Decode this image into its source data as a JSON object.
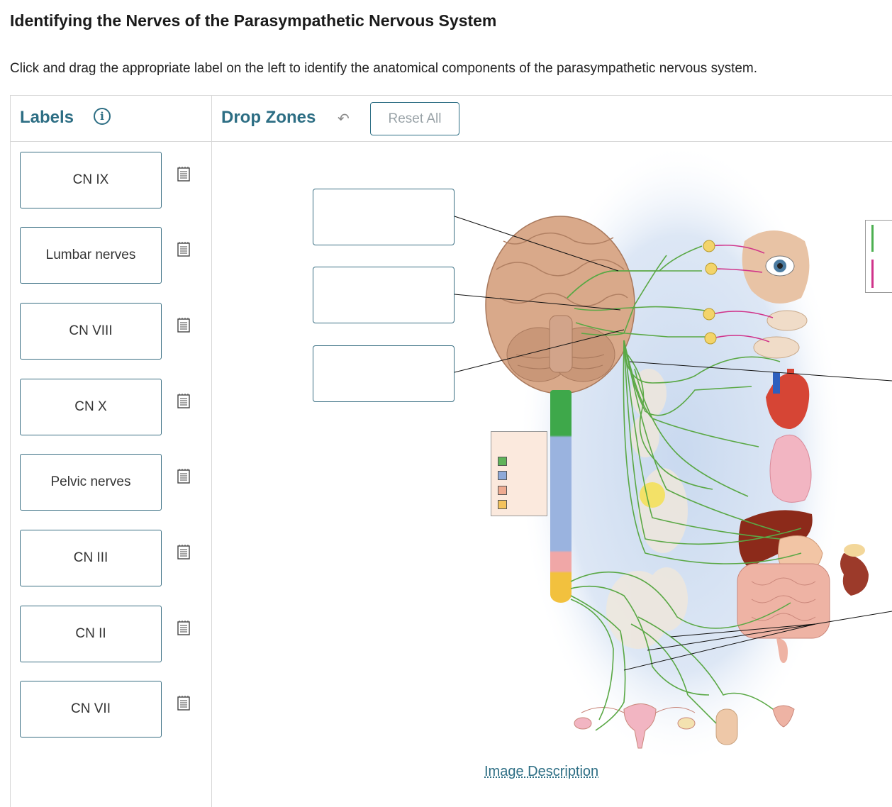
{
  "page": {
    "title": "Identifying the Nerves of the Parasympathetic Nervous System",
    "instructions": "Click and drag the appropriate label on the left to identify the anatomical components of the parasympathetic nervous system."
  },
  "labels_panel": {
    "heading": "Labels",
    "info_icon": "info-circle-icon",
    "items": [
      {
        "label": "CN IX",
        "icon": "notes-icon"
      },
      {
        "label": "Lumbar nerves",
        "icon": "notes-icon"
      },
      {
        "label": "CN VIII",
        "icon": "notes-icon"
      },
      {
        "label": "CN X",
        "icon": "notes-icon"
      },
      {
        "label": "Pelvic nerves",
        "icon": "notes-icon"
      },
      {
        "label": "CN III",
        "icon": "notes-icon"
      },
      {
        "label": "CN II",
        "icon": "notes-icon"
      },
      {
        "label": "CN VII",
        "icon": "notes-icon"
      }
    ]
  },
  "drop_zones_panel": {
    "heading": "Drop Zones",
    "undo_icon": "undo-arrow-icon",
    "reset_label": "Reset All",
    "zones": [
      {
        "value": ""
      },
      {
        "value": ""
      },
      {
        "value": ""
      }
    ]
  },
  "figure": {
    "legend_colors": [
      "#5fb35a",
      "#8ea9d8",
      "#eeaa90",
      "#f3c25c"
    ],
    "right_legend_colors": [
      "#4caf50",
      "#d0338a"
    ],
    "nerve_color": "#5aa845",
    "postganglionic_color": "#d0338a",
    "image_description_link": "Image Description"
  }
}
